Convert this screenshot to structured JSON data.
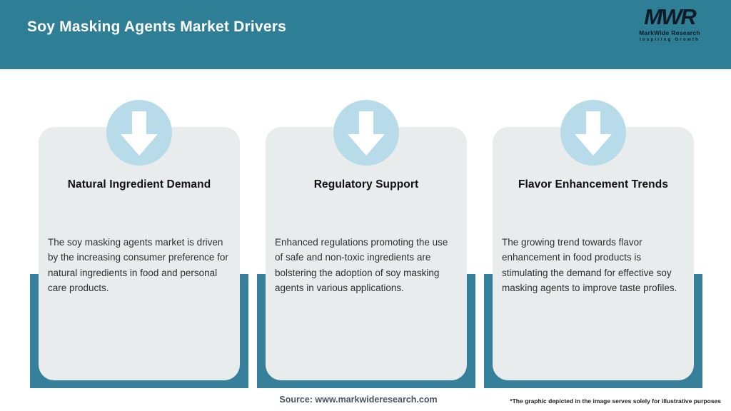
{
  "header": {
    "title": "Soy Masking Agents Market Drivers",
    "logo": {
      "acronym": "MWR",
      "name": "MarkWide Research",
      "tagline": "Inspiring Growth"
    }
  },
  "cards": [
    {
      "icon": "down-arrow-icon",
      "title": "Natural Ingredient Demand",
      "description": "The soy masking agents market is driven by the increasing consumer preference for natural ingredients in food and personal care products."
    },
    {
      "icon": "down-arrow-icon",
      "title": "Regulatory Support",
      "description": "Enhanced regulations promoting the use of safe and non-toxic ingredients are bolstering the adoption of soy masking agents in various applications."
    },
    {
      "icon": "down-arrow-icon",
      "title": "Flavor Enhancement Trends",
      "description": "The growing trend towards flavor enhancement in food products is stimulating the demand for effective soy masking agents to improve taste profiles."
    }
  ],
  "footer": {
    "source": "Source: www.markwideresearch.com",
    "disclaimer": "*The graphic depicted in the image serves solely for illustrative purposes"
  },
  "colors": {
    "header_teal": "#2E7F96",
    "backing_teal": "#36809B",
    "circle_blue": "#B7DBE8",
    "card_gray": "#E9ECEC",
    "arrow_white": "#FFFFFF"
  }
}
